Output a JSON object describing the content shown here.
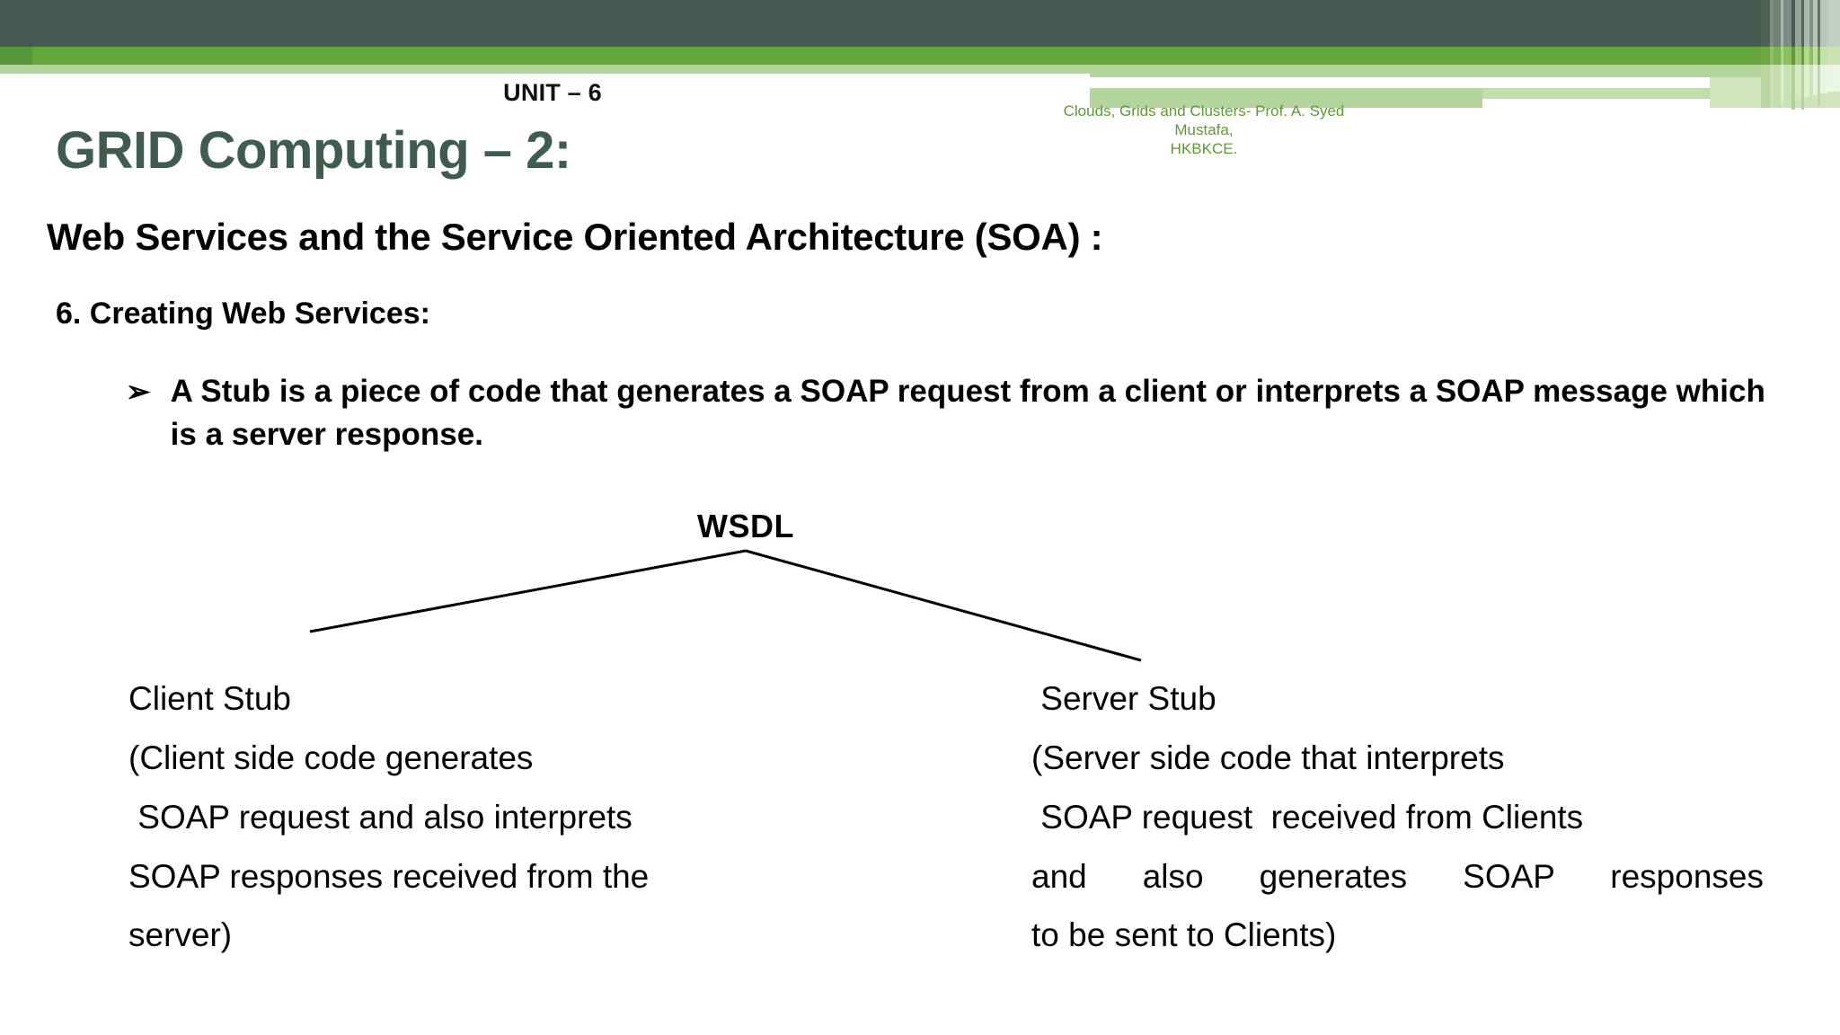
{
  "slide": {
    "unit_label": "UNIT – 6",
    "credit_line_1": "Clouds, Grids and Clusters- Prof. A. Syed Mustafa,",
    "credit_line_2": "HKBKCE.",
    "title": "GRID Computing – 2:",
    "heading_1": "Web Services and the Service Oriented Architecture (SOA) :",
    "heading_2": "6. Creating Web Services:",
    "bullet_glyph": "➢",
    "bullet_text": "A Stub is a piece of code that generates a SOAP request from a client or interprets a SOAP message which is a server response."
  },
  "diagram": {
    "root_label": "WSDL",
    "left_branch": {
      "title": "Client Stub",
      "lines": [
        "(Client side code generates",
        " SOAP request and also interprets",
        "SOAP responses received from the",
        "server)"
      ]
    },
    "right_branch": {
      "title": " Server Stub",
      "lines": [
        "(Server side code that interprets",
        " SOAP request  received from Clients",
        "and also generates SOAP responses",
        "to be sent to Clients)"
      ]
    }
  },
  "theme": {
    "band_dark": "#455B51",
    "band_green": "#65A539",
    "band_pale": "#B3D49A",
    "title_color": "#3F5C4E",
    "credit_color": "#5B9A35",
    "text_color": "#000000",
    "background": "#ffffff"
  }
}
